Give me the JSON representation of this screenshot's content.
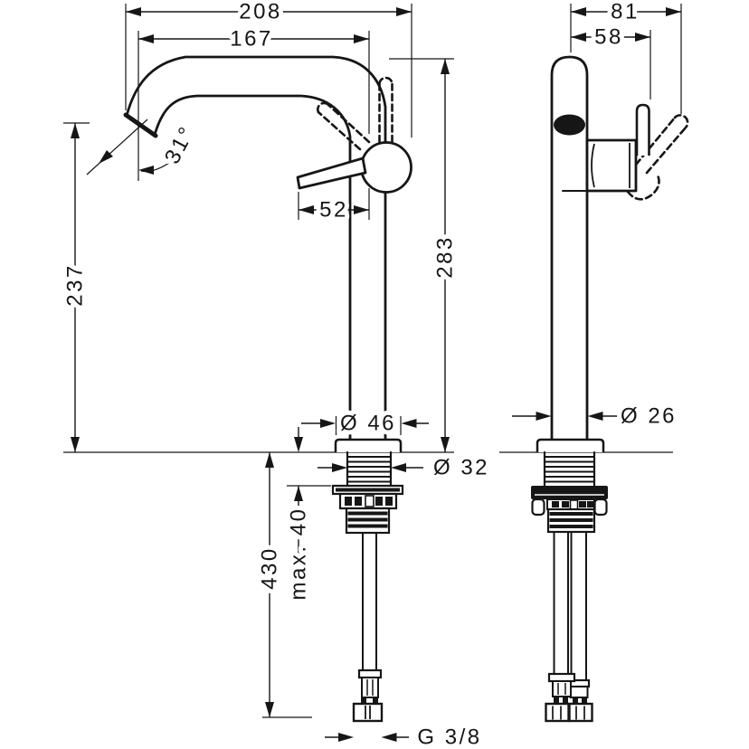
{
  "drawing": {
    "colors": {
      "ink": "#161616",
      "background": "#ffffff"
    },
    "side_view": {
      "dim_total_width": "208",
      "dim_spout_reach": "167",
      "dim_spout_angle": "31°",
      "dim_handle_length": "52",
      "dim_outlet_height": "237",
      "dim_total_height": "283",
      "dim_base_plate_diameter": "Ø 46",
      "dim_shank_diameter": "Ø 32",
      "dim_hose_length": "430",
      "dim_max_mounting_thickness": "max. 40",
      "dim_connection_thread": "G 3/8"
    },
    "front_view": {
      "dim_handle_reach": "81",
      "dim_handle_pivot_offset": "58",
      "dim_column_diameter": "Ø 26"
    }
  }
}
